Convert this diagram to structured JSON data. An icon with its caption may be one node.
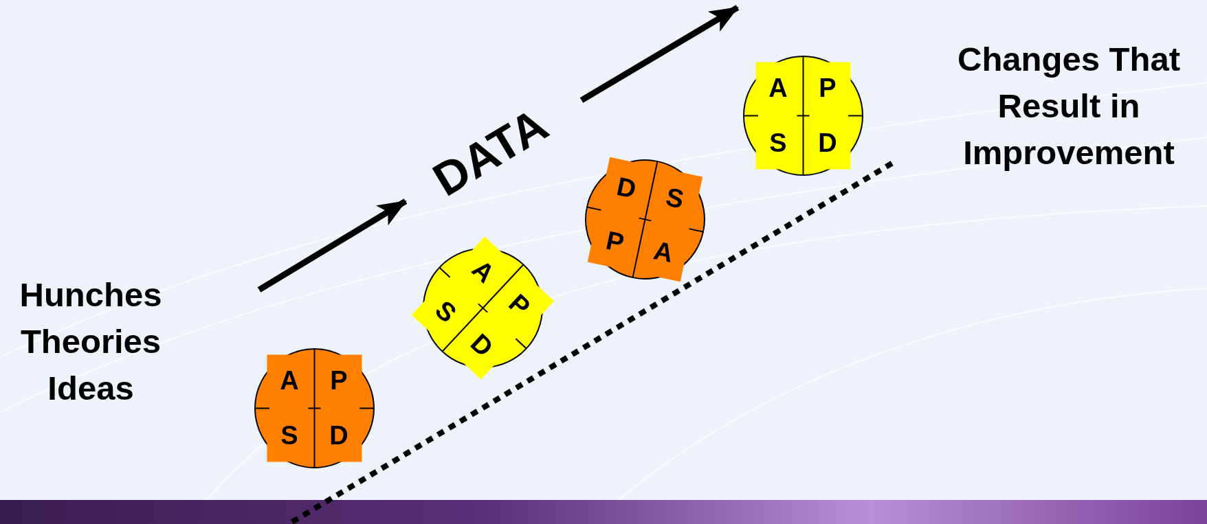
{
  "diagram": {
    "nodes": [
      {
        "text": [
          "Hunches Theories Ideas"
        ]
      },
      {
        "text": [
          "A",
          "P",
          "S",
          "D"
        ]
      },
      {
        "text": [
          "A",
          "P",
          "S",
          "D"
        ]
      },
      {
        "text": [
          "D",
          "S",
          "P",
          "A"
        ]
      },
      {
        "text": [
          "A",
          "P",
          "S",
          "D"
        ]
      },
      {
        "text": [
          "Changes That Result in Improvement"
        ]
      }
    ],
    "edges": [],
    "labels": [
      "DATA"
    ]
  }
}
